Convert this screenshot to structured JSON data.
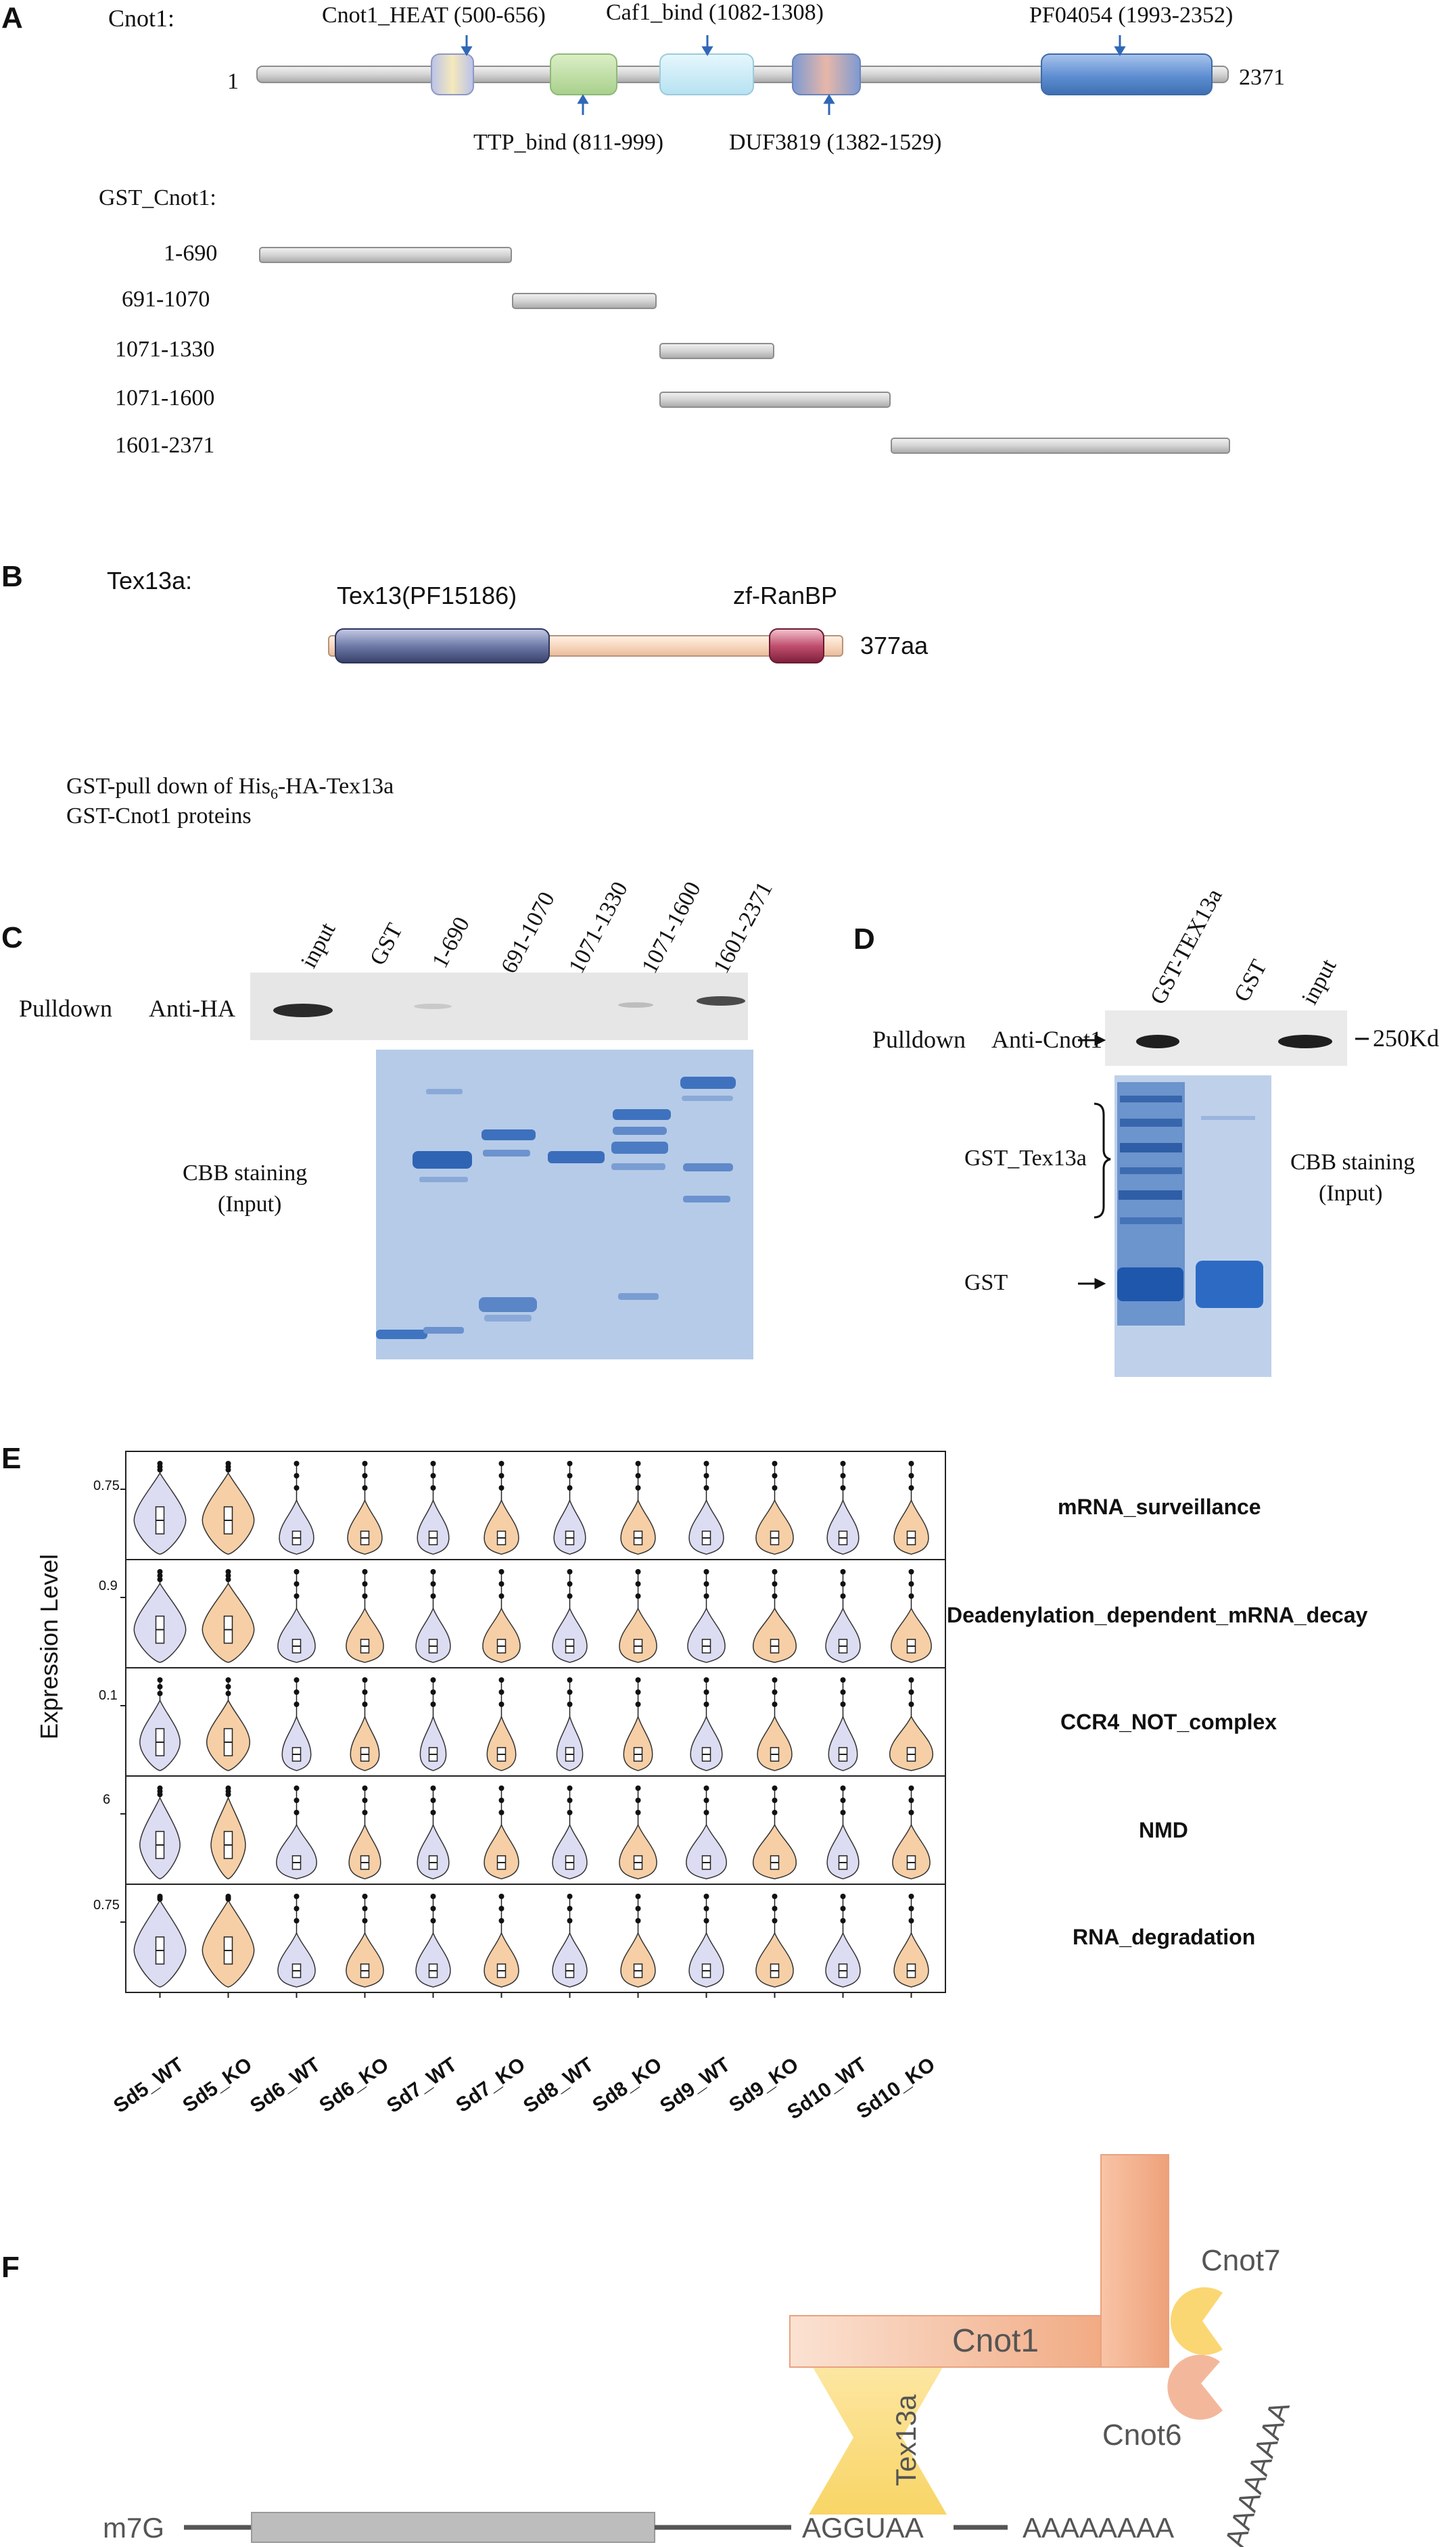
{
  "panels": {
    "A": "A",
    "B": "B",
    "C": "C",
    "D": "D",
    "E": "E",
    "F": "F"
  },
  "panelA": {
    "protein_label": "Cnot1:",
    "start": "1",
    "end": "2371",
    "domains": [
      {
        "name": "Cnot1_HEAT (500-656)",
        "color": "#f5e6b8"
      },
      {
        "name": "TTP_bind (811-999)",
        "color": "#bfe0a8"
      },
      {
        "name": "Caf1_bind (1082-1308)",
        "color": "#cfeef7"
      },
      {
        "name": "DUF3819 (1382-1529)",
        "color": "#9db4de"
      },
      {
        "name": "PF04054 (1993-2352)",
        "color": "#5f8fd0"
      }
    ],
    "construct_title": "GST_Cnot1:",
    "constructs": [
      "1-690",
      "691-1070",
      "1071-1330",
      "1071-1600",
      "1601-2371"
    ]
  },
  "panelB": {
    "protein_label": "Tex13a:",
    "domain1": "Tex13(PF15186)",
    "domain2": "zf-RanBP",
    "length": "377aa"
  },
  "panelC": {
    "header_line1_prefix": "GST-pull down of His",
    "header_line1_sub": "6",
    "header_line1_suffix": "-HA-Tex13a",
    "header_line2": "GST-Cnot1 proteins",
    "lanes": [
      "input",
      "GST",
      "1-690",
      "691-1070",
      "1071-1330",
      "1071-1600",
      "1601-2371"
    ],
    "row1_left": "Pulldown",
    "row1_right": "Anti-HA",
    "stain_line1": "CBB staining",
    "stain_line2": "(Input)"
  },
  "panelD": {
    "lanes": [
      "GST-TEX13a",
      "GST",
      "input"
    ],
    "row1_left": "Pulldown",
    "row1_right": "Anti-Cnot1",
    "marker": "250Kd",
    "gst_tex13a": "GST_Tex13a",
    "gst": "GST",
    "stain_line1": "CBB staining",
    "stain_line2": "(Input)"
  },
  "panelE": {
    "ylabel": "Expression Level",
    "rows": [
      {
        "name": "mRNA_surveillance",
        "tick": "0.75"
      },
      {
        "name": "Deadenylation_dependent_mRNA_decay",
        "tick": "0.9"
      },
      {
        "name": "CCR4_NOT_complex",
        "tick": "0.1"
      },
      {
        "name": "NMD",
        "tick": "6"
      },
      {
        "name": "RNA_degradation",
        "tick": "0.75"
      }
    ],
    "groups": [
      "Sd5_WT",
      "Sd5_KO",
      "Sd6_WT",
      "Sd6_KO",
      "Sd7_WT",
      "Sd7_KO",
      "Sd8_WT",
      "Sd8_KO",
      "Sd9_WT",
      "Sd9_KO",
      "Sd10_WT",
      "Sd10_KO"
    ],
    "colors": {
      "WT": "#dcdcf2",
      "KO": "#f6cfa6"
    }
  },
  "panelF": {
    "cap": "m7G",
    "motif": "AGGUAA",
    "polyA": "AAAAAAAA",
    "polyA_vertical": "AAAAAAAA",
    "cnot1": "Cnot1",
    "cnot7": "Cnot7",
    "cnot6": "Cnot6",
    "tex13a": "Tex13a"
  }
}
